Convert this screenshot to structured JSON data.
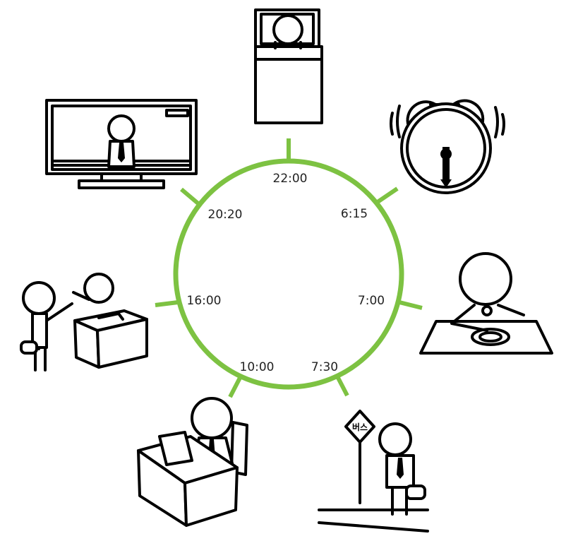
{
  "colors": {
    "ring": "#7dc242",
    "ink": "#000000",
    "text": "#222222"
  },
  "schedule": [
    {
      "time": "22:00",
      "activity_icon": "sleeping-in-bed-icon"
    },
    {
      "time": "6:15",
      "activity_icon": "alarm-clock-icon"
    },
    {
      "time": "7:00",
      "activity_icon": "eating-breakfast-icon"
    },
    {
      "time": "7:30",
      "activity_icon": "bus-stop-waiting-icon"
    },
    {
      "time": "10:00",
      "activity_icon": "office-desk-laptop-icon"
    },
    {
      "time": "16:00",
      "activity_icon": "meeting-at-table-icon"
    },
    {
      "time": "20:20",
      "activity_icon": "watching-tv-icon"
    }
  ],
  "bus_sign_text": "버스"
}
